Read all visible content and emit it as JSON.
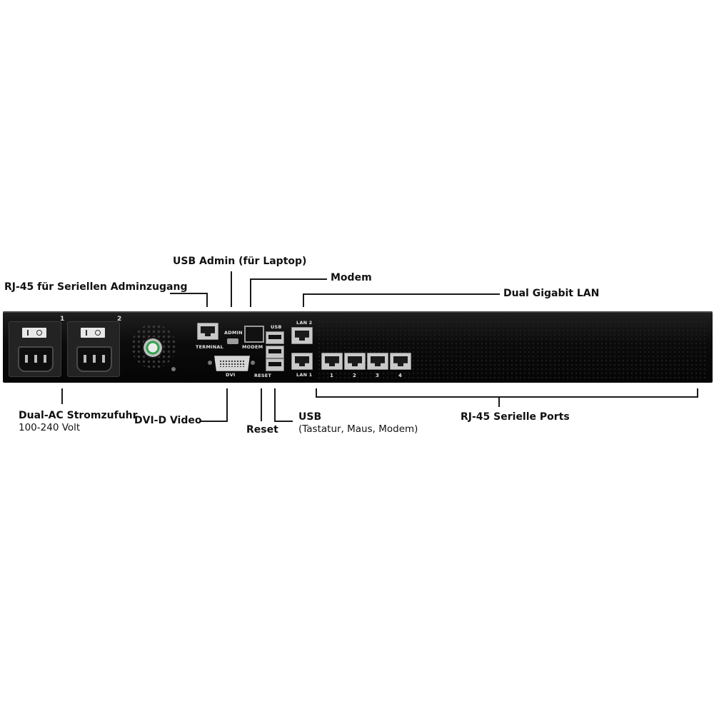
{
  "callouts": {
    "usb_admin": "USB Admin (für Laptop)",
    "rj45_admin": "RJ-45 für Seriellen Adminzugang",
    "modem": "Modem",
    "dual_lan": "Dual Gigabit LAN",
    "dual_ac_title": "Dual-AC Stromzufuhr",
    "dual_ac_sub": "100-240 Volt",
    "dvi_video": "DVI-D Video",
    "reset": "Reset",
    "usb_title": "USB",
    "usb_sub": "(Tastatur, Maus, Modem)",
    "serial_ports": "RJ-45 Serielle Ports"
  },
  "device_labels": {
    "psu1": "1",
    "psu2": "2",
    "terminal": "TERMINAL",
    "admin": "ADMIN",
    "modem": "MODEM",
    "usb": "USB",
    "dvi": "DVI",
    "reset": "RESET",
    "lan2": "LAN 2",
    "lan1": "LAN 1",
    "serial_ports": [
      "1",
      "2",
      "3",
      "4"
    ]
  },
  "colors": {
    "chassis": "#0b0b0b",
    "led_green": "#2ea34c",
    "led_yellow": "#d9c12a"
  }
}
